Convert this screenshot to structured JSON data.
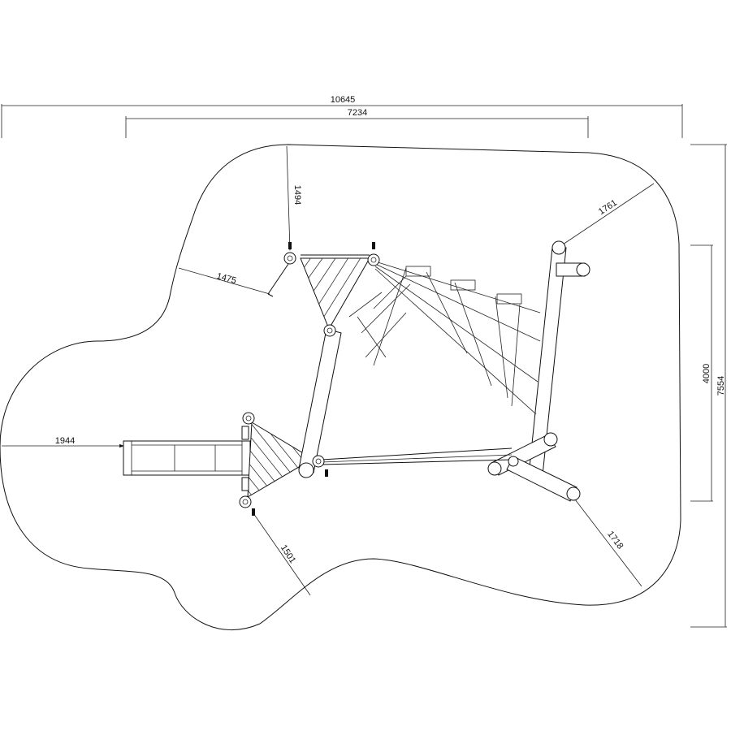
{
  "drawing": {
    "type": "playground equipment plan view with safety zone",
    "dimensions": {
      "overall_width": "10645",
      "inner_width": "7234",
      "overall_height": "7554",
      "inner_height": "4000",
      "zone_top": "1494",
      "zone_upper_left": "1475",
      "zone_left": "1944",
      "zone_bottom_left": "1501",
      "zone_bottom_right": "1718",
      "zone_upper_right": "1761"
    }
  }
}
